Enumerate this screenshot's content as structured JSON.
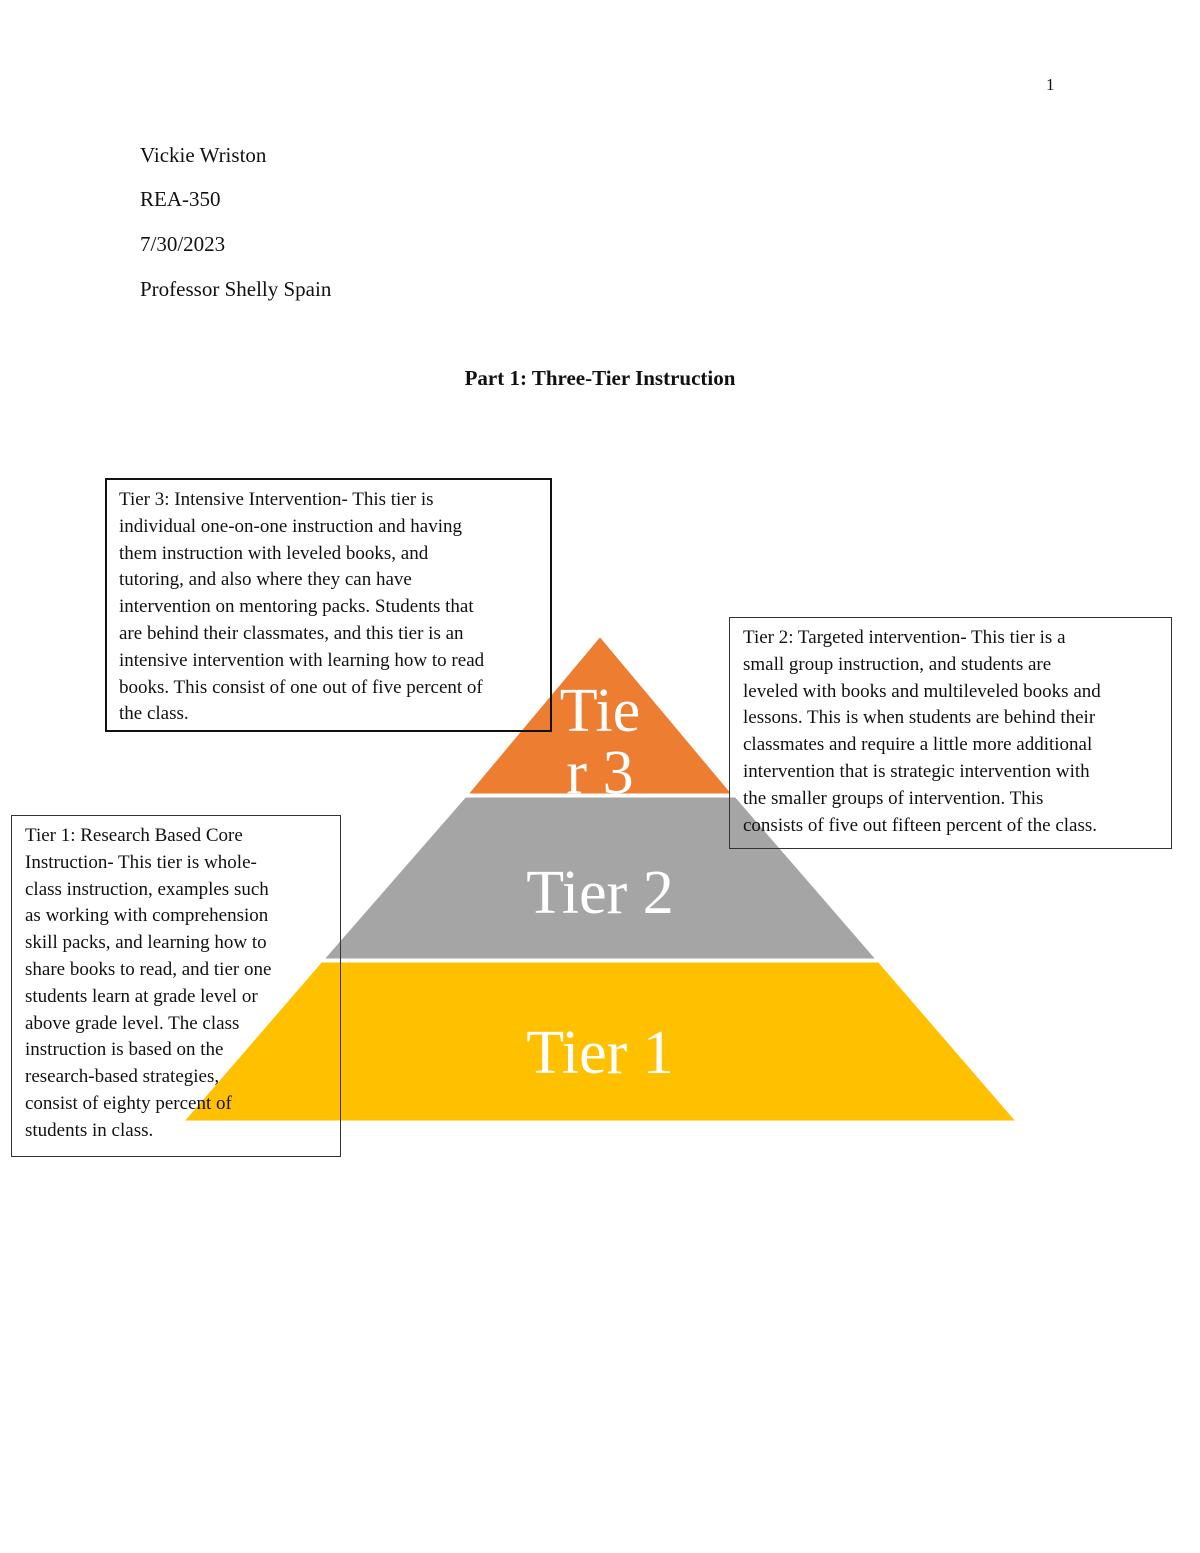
{
  "page_number": "1",
  "header": {
    "name": "Vickie Wriston",
    "course": "REA-350",
    "date": "7/30/2023",
    "professor": "Professor Shelly Spain"
  },
  "title": "Part 1: Three-Tier Instruction",
  "pyramid": {
    "tiers": [
      {
        "label": "Tier 3",
        "color": "#ED7D31"
      },
      {
        "label": "Tier 2",
        "color": "#A5A5A5"
      },
      {
        "label": "Tier 1",
        "color": "#FFC000"
      }
    ]
  },
  "boxes": {
    "tier3": [
      "Tier 3: Intensive Intervention- This tier is",
      "individual one-on-one instruction and having",
      "them instruction with leveled books, and",
      "tutoring, and also where they can have",
      "intervention on mentoring packs. Students that",
      "are behind their classmates, and this tier is an",
      "intensive intervention with learning how to read",
      "books. This consist of one out of five percent of",
      "the class."
    ],
    "tier2": [
      "Tier 2: Targeted intervention- This tier is a",
      "small group instruction, and students are",
      "leveled with books and multileveled books and",
      "lessons. This is when students are behind their",
      "classmates and require a little more additional",
      "intervention that is strategic intervention with",
      "the smaller groups of intervention. This",
      "consists of five out fifteen percent of the class."
    ],
    "tier1": [
      "Tier 1: Research Based Core",
      "Instruction- This tier is whole-",
      "class instruction, examples such",
      "as working with comprehension",
      "skill packs, and learning how to",
      "share books to read, and tier one",
      "students learn at grade level or",
      "above grade level. The class",
      "instruction is based on the",
      "research-based strategies,",
      "consist of eighty percent of",
      "students in class."
    ]
  }
}
